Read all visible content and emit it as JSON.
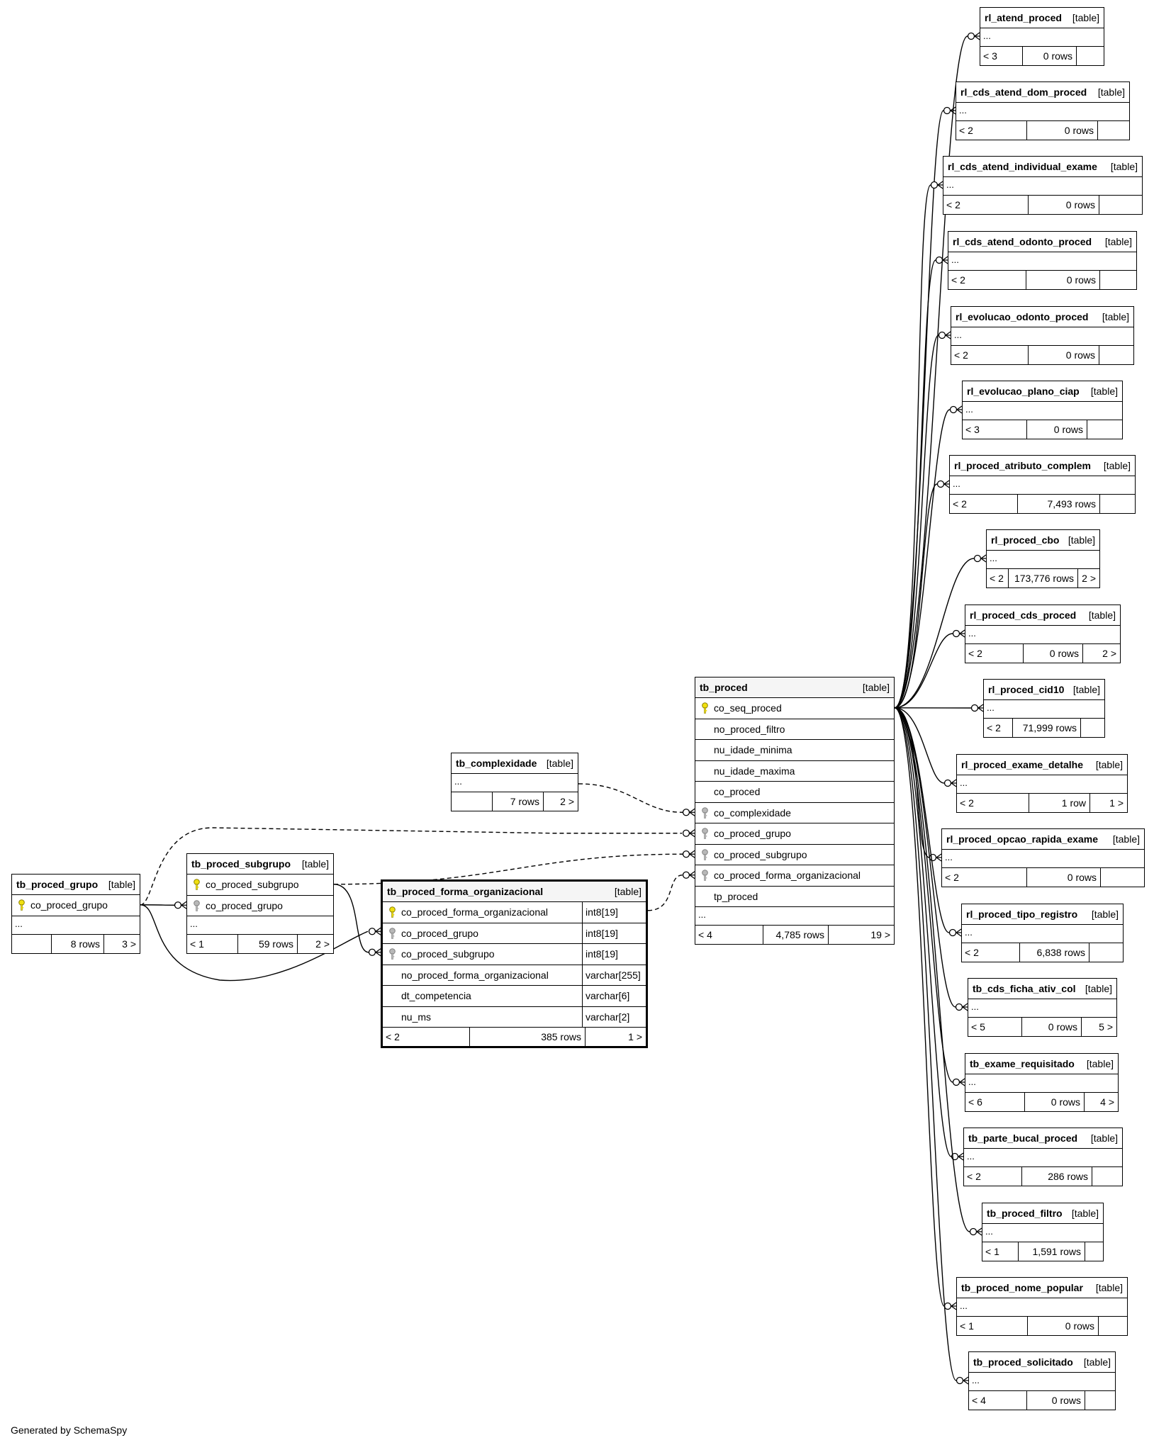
{
  "footer": {
    "generated_by": "Generated by SchemaSpy"
  },
  "tables": [
    {
      "id": "tb_proced",
      "name": "tb_proced",
      "type": "[table]",
      "columns": [
        {
          "name": "co_seq_proced",
          "key": "primary"
        },
        {
          "name": "no_proced_filtro"
        },
        {
          "name": "nu_idade_minima"
        },
        {
          "name": "nu_idade_maxima"
        },
        {
          "name": "co_proced"
        },
        {
          "name": "co_complexidade",
          "key": "foreign"
        },
        {
          "name": "co_proced_grupo",
          "key": "foreign"
        },
        {
          "name": "co_proced_subgrupo",
          "key": "foreign"
        },
        {
          "name": "co_proced_forma_organizacional",
          "key": "foreign"
        },
        {
          "name": "tp_proced"
        }
      ],
      "ellipsis": "...",
      "parents": "< 4",
      "rows": "4,785 rows",
      "children": "19 >"
    },
    {
      "id": "tb_complexidade",
      "name": "tb_complexidade",
      "type": "[table]",
      "columns": [],
      "ellipsis": "...",
      "parents": "",
      "rows": "7 rows",
      "children": "2 >"
    },
    {
      "id": "tb_proced_grupo",
      "name": "tb_proced_grupo",
      "type": "[table]",
      "columns": [
        {
          "name": "co_proced_grupo",
          "key": "primary"
        }
      ],
      "ellipsis": "...",
      "parents": "",
      "rows": "8 rows",
      "children": "3 >"
    },
    {
      "id": "tb_proced_subgrupo",
      "name": "tb_proced_subgrupo",
      "type": "[table]",
      "columns": [
        {
          "name": "co_proced_subgrupo",
          "key": "primary"
        },
        {
          "name": "co_proced_grupo",
          "key": "foreign"
        }
      ],
      "ellipsis": "...",
      "parents": "< 1",
      "rows": "59 rows",
      "children": "2 >"
    },
    {
      "id": "tb_proced_forma_organizacional",
      "name": "tb_proced_forma_organizacional",
      "type": "[table]",
      "focus": true,
      "columns": [
        {
          "name": "co_proced_forma_organizacional",
          "key": "primary",
          "dtype": "int8[19]"
        },
        {
          "name": "co_proced_grupo",
          "key": "foreign",
          "dtype": "int8[19]"
        },
        {
          "name": "co_proced_subgrupo",
          "key": "foreign",
          "dtype": "int8[19]"
        },
        {
          "name": "no_proced_forma_organizacional",
          "dtype": "varchar[255]"
        },
        {
          "name": "dt_competencia",
          "dtype": "varchar[6]"
        },
        {
          "name": "nu_ms",
          "dtype": "varchar[2]"
        }
      ],
      "ellipsis": "",
      "parents": "< 2",
      "rows": "385 rows",
      "children": "1 >"
    },
    {
      "id": "rl_atend_proced",
      "name": "rl_atend_proced",
      "type": "[table]",
      "columns": [],
      "ellipsis": "...",
      "parents": "< 3",
      "rows": "0 rows",
      "children": ""
    },
    {
      "id": "rl_cds_atend_dom_proced",
      "name": "rl_cds_atend_dom_proced",
      "type": "[table]",
      "columns": [],
      "ellipsis": "...",
      "parents": "< 2",
      "rows": "0 rows",
      "children": ""
    },
    {
      "id": "rl_cds_atend_individual_exame",
      "name": "rl_cds_atend_individual_exame",
      "type": "[table]",
      "columns": [],
      "ellipsis": "...",
      "parents": "< 2",
      "rows": "0 rows",
      "children": ""
    },
    {
      "id": "rl_cds_atend_odonto_proced",
      "name": "rl_cds_atend_odonto_proced",
      "type": "[table]",
      "columns": [],
      "ellipsis": "...",
      "parents": "< 2",
      "rows": "0 rows",
      "children": ""
    },
    {
      "id": "rl_evolucao_odonto_proced",
      "name": "rl_evolucao_odonto_proced",
      "type": "[table]",
      "columns": [],
      "ellipsis": "...",
      "parents": "< 2",
      "rows": "0 rows",
      "children": ""
    },
    {
      "id": "rl_evolucao_plano_ciap",
      "name": "rl_evolucao_plano_ciap",
      "type": "[table]",
      "columns": [],
      "ellipsis": "...",
      "parents": "< 3",
      "rows": "0 rows",
      "children": ""
    },
    {
      "id": "rl_proced_atributo_complem",
      "name": "rl_proced_atributo_complem",
      "type": "[table]",
      "columns": [],
      "ellipsis": "...",
      "parents": "< 2",
      "rows": "7,493 rows",
      "children": ""
    },
    {
      "id": "rl_proced_cbo",
      "name": "rl_proced_cbo",
      "type": "[table]",
      "columns": [],
      "ellipsis": "...",
      "parents": "< 2",
      "rows": "173,776 rows",
      "children": "2 >"
    },
    {
      "id": "rl_proced_cds_proced",
      "name": "rl_proced_cds_proced",
      "type": "[table]",
      "columns": [],
      "ellipsis": "...",
      "parents": "< 2",
      "rows": "0 rows",
      "children": "2 >"
    },
    {
      "id": "rl_proced_cid10",
      "name": "rl_proced_cid10",
      "type": "[table]",
      "columns": [],
      "ellipsis": "...",
      "parents": "< 2",
      "rows": "71,999 rows",
      "children": ""
    },
    {
      "id": "rl_proced_exame_detalhe",
      "name": "rl_proced_exame_detalhe",
      "type": "[table]",
      "columns": [],
      "ellipsis": "...",
      "parents": "< 2",
      "rows": "1 row",
      "children": "1 >"
    },
    {
      "id": "rl_proced_opcao_rapida_exame",
      "name": "rl_proced_opcao_rapida_exame",
      "type": "[table]",
      "columns": [],
      "ellipsis": "...",
      "parents": "< 2",
      "rows": "0 rows",
      "children": ""
    },
    {
      "id": "rl_proced_tipo_registro",
      "name": "rl_proced_tipo_registro",
      "type": "[table]",
      "columns": [],
      "ellipsis": "...",
      "parents": "< 2",
      "rows": "6,838 rows",
      "children": ""
    },
    {
      "id": "tb_cds_ficha_ativ_col",
      "name": "tb_cds_ficha_ativ_col",
      "type": "[table]",
      "columns": [],
      "ellipsis": "...",
      "parents": "< 5",
      "rows": "0 rows",
      "children": "5 >"
    },
    {
      "id": "tb_exame_requisitado",
      "name": "tb_exame_requisitado",
      "type": "[table]",
      "columns": [],
      "ellipsis": "...",
      "parents": "< 6",
      "rows": "0 rows",
      "children": "4 >"
    },
    {
      "id": "tb_parte_bucal_proced",
      "name": "tb_parte_bucal_proced",
      "type": "[table]",
      "columns": [],
      "ellipsis": "...",
      "parents": "< 2",
      "rows": "286 rows",
      "children": ""
    },
    {
      "id": "tb_proced_filtro",
      "name": "tb_proced_filtro",
      "type": "[table]",
      "columns": [],
      "ellipsis": "...",
      "parents": "< 1",
      "rows": "1,591 rows",
      "children": ""
    },
    {
      "id": "tb_proced_nome_popular",
      "name": "tb_proced_nome_popular",
      "type": "[table]",
      "columns": [],
      "ellipsis": "...",
      "parents": "< 1",
      "rows": "0 rows",
      "children": ""
    },
    {
      "id": "tb_proced_solicitado",
      "name": "tb_proced_solicitado",
      "type": "[table]",
      "columns": [],
      "ellipsis": "...",
      "parents": "< 4",
      "rows": "0 rows",
      "children": ""
    }
  ],
  "relationships": [
    {
      "from": "tb_complexidade",
      "to": "tb_proced.co_complexidade",
      "style": "implied"
    },
    {
      "from": "tb_proced_grupo",
      "to": "tb_proced.co_proced_grupo",
      "style": "implied"
    },
    {
      "from": "tb_proced_subgrupo",
      "to": "tb_proced.co_proced_subgrupo",
      "style": "implied"
    },
    {
      "from": "tb_proced_forma_organizacional",
      "to": "tb_proced.co_proced_forma_organizacional",
      "style": "implied"
    },
    {
      "from": "tb_proced_grupo",
      "to": "tb_proced_subgrupo.co_proced_grupo",
      "style": "real"
    },
    {
      "from": "tb_proced_grupo",
      "to": "tb_proced_forma_organizacional.co_proced_grupo",
      "style": "real"
    },
    {
      "from": "tb_proced_subgrupo",
      "to": "tb_proced_forma_organizacional.co_proced_subgrupo",
      "style": "real"
    },
    {
      "from": "tb_proced",
      "to": "rl_atend_proced",
      "style": "real"
    },
    {
      "from": "tb_proced",
      "to": "rl_cds_atend_dom_proced",
      "style": "real"
    },
    {
      "from": "tb_proced",
      "to": "rl_cds_atend_individual_exame",
      "style": "real"
    },
    {
      "from": "tb_proced",
      "to": "rl_cds_atend_odonto_proced",
      "style": "real"
    },
    {
      "from": "tb_proced",
      "to": "rl_evolucao_odonto_proced",
      "style": "real"
    },
    {
      "from": "tb_proced",
      "to": "rl_evolucao_plano_ciap",
      "style": "real"
    },
    {
      "from": "tb_proced",
      "to": "rl_proced_atributo_complem",
      "style": "real"
    },
    {
      "from": "tb_proced",
      "to": "rl_proced_cbo",
      "style": "real"
    },
    {
      "from": "tb_proced",
      "to": "rl_proced_cds_proced",
      "style": "real"
    },
    {
      "from": "tb_proced",
      "to": "rl_proced_cid10",
      "style": "real"
    },
    {
      "from": "tb_proced",
      "to": "rl_proced_exame_detalhe",
      "style": "real"
    },
    {
      "from": "tb_proced",
      "to": "rl_proced_opcao_rapida_exame",
      "style": "real"
    },
    {
      "from": "tb_proced",
      "to": "rl_proced_tipo_registro",
      "style": "real"
    },
    {
      "from": "tb_proced",
      "to": "tb_cds_ficha_ativ_col",
      "style": "real"
    },
    {
      "from": "tb_proced",
      "to": "tb_exame_requisitado",
      "style": "real"
    },
    {
      "from": "tb_proced",
      "to": "tb_parte_bucal_proced",
      "style": "real"
    },
    {
      "from": "tb_proced",
      "to": "tb_proced_filtro",
      "style": "real"
    },
    {
      "from": "tb_proced",
      "to": "tb_proced_nome_popular",
      "style": "real"
    },
    {
      "from": "tb_proced",
      "to": "tb_proced_solicitado",
      "style": "real"
    }
  ]
}
